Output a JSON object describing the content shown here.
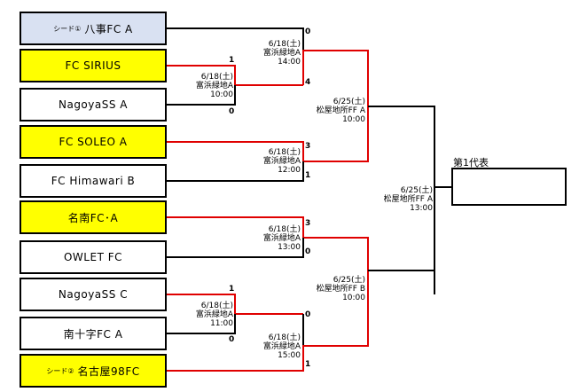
{
  "colors": {
    "seed_fill": "#d9e1f2",
    "advanced_fill": "#ffff00",
    "plain_fill": "#ffffff",
    "winner_line": "#e00000",
    "line": "#000000"
  },
  "teams": [
    {
      "seed": "シード①",
      "name": "八事FC A",
      "fill": "#d9e1f2"
    },
    {
      "seed": "",
      "name": "FC SIRIUS",
      "fill": "#ffff00"
    },
    {
      "seed": "",
      "name": "NagoyaSS A",
      "fill": "#ffffff"
    },
    {
      "seed": "",
      "name": "FC SOLEO A",
      "fill": "#ffff00"
    },
    {
      "seed": "",
      "name": "FC Himawari B",
      "fill": "#ffffff"
    },
    {
      "seed": "",
      "name": "名南FC･A",
      "fill": "#ffff00"
    },
    {
      "seed": "",
      "name": "OWLET FC",
      "fill": "#ffffff"
    },
    {
      "seed": "",
      "name": "NagoyaSS C",
      "fill": "#ffffff"
    },
    {
      "seed": "",
      "name": "南十字FC A",
      "fill": "#ffffff"
    },
    {
      "seed": "シード②",
      "name": "名古屋98FC",
      "fill": "#ffff00"
    }
  ],
  "matches": [
    {
      "date": "6/18(土)",
      "venue": "富浜緑地A",
      "time": "10:00"
    },
    {
      "date": "6/18(土)",
      "venue": "富浜緑地A",
      "time": "14:00"
    },
    {
      "date": "6/18(土)",
      "venue": "富浜緑地A",
      "time": "12:00"
    },
    {
      "date": "6/18(土)",
      "venue": "富浜緑地A",
      "time": "13:00"
    },
    {
      "date": "6/18(土)",
      "venue": "富浜緑地A",
      "time": "11:00"
    },
    {
      "date": "6/18(土)",
      "venue": "富浜緑地A",
      "time": "15:00"
    },
    {
      "date": "6/25(土)",
      "venue": "松屋地所FF A",
      "time": "10:00"
    },
    {
      "date": "6/25(土)",
      "venue": "松屋地所FF B",
      "time": "10:00"
    },
    {
      "date": "6/25(土)",
      "venue": "松屋地所FF A",
      "time": "13:00"
    }
  ],
  "scores": [
    "1",
    "0",
    "0",
    "4",
    "3",
    "1",
    "3",
    "0",
    "1",
    "0",
    "0",
    "1"
  ],
  "result": {
    "title": "第1代表"
  }
}
